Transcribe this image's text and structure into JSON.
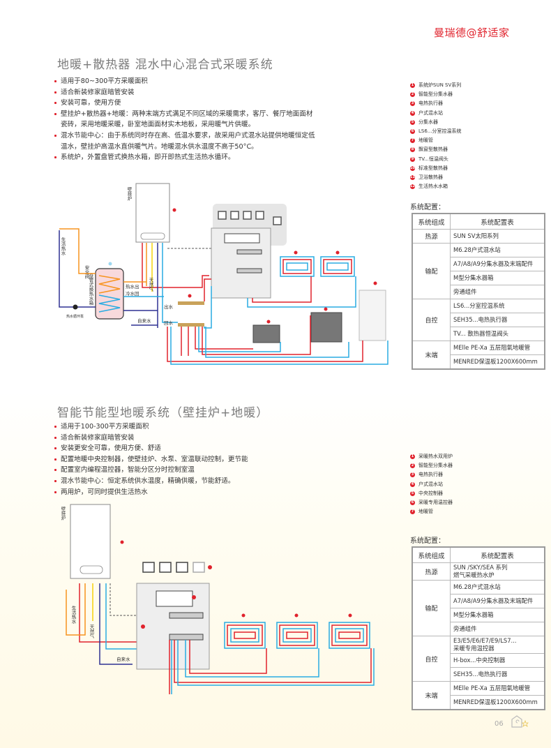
{
  "brand": "曼瑞德@舒适家",
  "page_number": "06",
  "colors": {
    "accent": "#e0222c",
    "hot_pipe": "#e0222c",
    "cold_pipe": "#29abe2",
    "domestic_hot": "#f7931e",
    "gas": "#f5d20a",
    "tap_water": "#2e3192",
    "title_gray": "#7c7c7c"
  },
  "section1": {
    "title": "地暖+散热器  混水中心混合式采暖系统",
    "bullets": [
      "适用于80~300平方采暖面积",
      "适合新装修家庭暗管安装",
      "安装可靠，使用方便",
      "壁挂炉+散热器+地暖：两种末端方式满足不同区域的采暖需求，客厅、餐厅地面面材瓷砖，采用地暖采暖，卧室地面面材实木地板，采用暖气片供暖。",
      "混水节能中心：由于系统同时存在高、低温水要求，故采用户式混水站提供地暖恒定低温水，壁挂炉高温水直供暖气片。地暖混水供水温度不高于50°C。",
      "系统炉，外置盘管式换热水箱，即开即热式生活热水循环。"
    ],
    "legend": [
      {
        "num": "1",
        "label": "系统炉SUN SV系列"
      },
      {
        "num": "2",
        "label": "智能型分集水器"
      },
      {
        "num": "3",
        "label": "电热执行器"
      },
      {
        "num": "4",
        "label": "户式混水站"
      },
      {
        "num": "5",
        "label": "分集水器"
      },
      {
        "num": "6",
        "label": "LS6...分室控温系统"
      },
      {
        "num": "7",
        "label": "地暖管"
      },
      {
        "num": "8",
        "label": "飘窗型散热器"
      },
      {
        "num": "9",
        "label": "TV...恒温阀头"
      },
      {
        "num": "10",
        "label": "标准型散热器"
      },
      {
        "num": "11",
        "label": "卫浴散热器"
      },
      {
        "num": "12",
        "label": "生活热水水箱"
      }
    ],
    "config_label": "系统配置：",
    "config_table": {
      "headers": [
        "系统组成",
        "系统配置表"
      ],
      "groups": [
        {
          "name": "热源",
          "items": [
            "SUN SV太阳系列"
          ]
        },
        {
          "name": "输配",
          "items": [
            "M6.28户式混水站",
            "A7/A8/A9分集水器及末端配件",
            "M型分集水器箱",
            "旁通组件"
          ]
        },
        {
          "name": "自控",
          "items": [
            "LS6...分室控温系统",
            "SEH35...电热执行器",
            "TV... 散热器恒温阀头"
          ]
        },
        {
          "name": "末端",
          "items": [
            "MElle PE-Xa 五层阻氧地暖管",
            "MENRED保温板1200X600mm"
          ]
        }
      ]
    },
    "diagram_labels": {
      "boiler": "壁挂炉",
      "domestic_hot_water": "生活热水",
      "safety_valve": "安全阀",
      "tank": "盘管式换热水箱",
      "hot_water_out": "热水出",
      "cold_water_return": "冷水回",
      "gas": "天然气",
      "supply": "出水",
      "return": "回水",
      "tap_water": "自来水",
      "circ_pump": "热水循环泵"
    }
  },
  "section2": {
    "title": "智能节能型地暖系统（壁挂炉+地暖）",
    "bullets": [
      "适用于100-300平方采暖面积",
      "适合新装修家庭暗管安装",
      "安装更安全可靠，使用方便、舒适",
      "配置地暖中央控制器，使壁挂炉、水泵、室温联动控制，更节能",
      "配置室内编程温控器，智能分区分时控制室温",
      "混水节能中心：恒定系统供水温度，精确供暖，节能舒适。",
      "两用炉，可同时提供生活热水"
    ],
    "legend": [
      {
        "num": "1",
        "label": "采暖热水双用炉"
      },
      {
        "num": "2",
        "label": "智能型分集水器"
      },
      {
        "num": "3",
        "label": "电热执行器"
      },
      {
        "num": "4",
        "label": "户式混水站"
      },
      {
        "num": "5",
        "label": "中央控制器"
      },
      {
        "num": "6",
        "label": "采暖专用温控器"
      },
      {
        "num": "7",
        "label": "地暖管"
      }
    ],
    "config_label": "系统配置：",
    "config_table": {
      "headers": [
        "系统组成",
        "系统配置表"
      ],
      "groups": [
        {
          "name": "热源",
          "items": [
            "SUN /SKY/SEA 系列\n燃气采暖热水炉"
          ]
        },
        {
          "name": "输配",
          "items": [
            "M6.28户式混水站",
            "A7/A8/A9分集水器及末端配件",
            "M型分集水器箱",
            "旁通组件"
          ]
        },
        {
          "name": "自控",
          "items": [
            "E3/E5/E6/E7/E9/LS7...\n采暖专用温控器",
            "H-box...中央控制器",
            "SEH35...电热执行器"
          ]
        },
        {
          "name": "末端",
          "items": [
            "MElle PE-Xa 五层阻氧地暖管",
            "MENRED保温板1200X600mm"
          ]
        }
      ]
    },
    "diagram_labels": {
      "boiler": "壁挂炉",
      "domestic_hot_water": "生活热水",
      "gas": "天然气",
      "tap_water": "自来水"
    }
  }
}
